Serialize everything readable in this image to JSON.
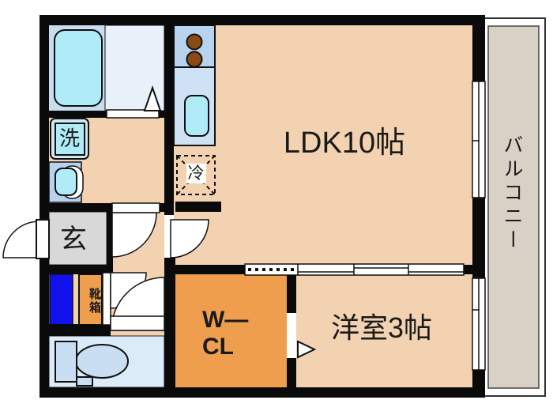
{
  "plan": {
    "type": "floorplan",
    "rooms": {
      "ldk": {
        "label": "LDK10帖"
      },
      "western_room": {
        "label": "洋室3帖"
      },
      "walk_in_closet": {
        "label": "W—CL"
      },
      "balcony": {
        "label": "バルコニー"
      },
      "entrance": {
        "label": "玄"
      },
      "shoe_cabinet": {
        "label": "靴箱"
      },
      "washing_machine": {
        "label": "洗"
      },
      "refrigerator": {
        "label": "冷"
      }
    },
    "colors": {
      "wall": "#0a0a0a",
      "peach": "#f3d2b1",
      "orange": "#ef9e4e",
      "genkanGray": "#d8d8d8",
      "balcony": "#d9d0c6",
      "bathSurround": "#c8ddf1",
      "bathFloor": "#e9f1fa",
      "cyan": "#b0ebf8",
      "counter": "#cfe1f4",
      "stove": "#b7d3ed",
      "burner": "#8a4a16",
      "toiletFloor": "#dcebf8",
      "fixture": "#c9def3",
      "panOuter": "#cfe6f5",
      "basinBlue": "#b9d2ee",
      "blueBox": "#1111ee"
    }
  }
}
